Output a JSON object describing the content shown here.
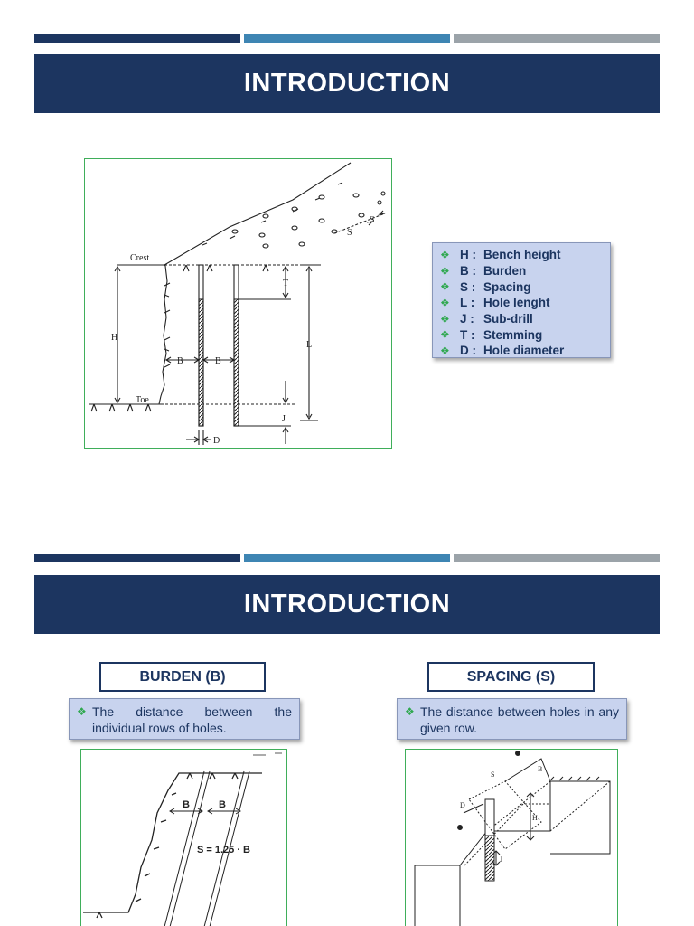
{
  "slides": [
    {
      "title": "INTRODUCTION",
      "figure_labels": {
        "crest": "Crest",
        "toe": "Toe",
        "h": "H",
        "b1": "B",
        "b2": "B",
        "l": "L",
        "t": "T",
        "j": "J",
        "d": "D",
        "s1": "S",
        "s2": "S"
      },
      "legend": [
        {
          "key": "H :",
          "label": "Bench height"
        },
        {
          "key": "B :",
          "label": "Burden"
        },
        {
          "key": "S :",
          "label": "Spacing"
        },
        {
          "key": "L :",
          "label": "Hole lenght"
        },
        {
          "key": "J :",
          "label": "Sub-drill"
        },
        {
          "key": "T :",
          "label": "Stemming"
        },
        {
          "key": "D :",
          "label": "Hole diameter"
        }
      ]
    },
    {
      "title": "INTRODUCTION",
      "burden": {
        "heading": "BURDEN (B)",
        "text": "The distance between the individual rows of holes.",
        "fig_b1": "B",
        "fig_b2": "B",
        "fig_formula": "S = 1.25 · B"
      },
      "spacing": {
        "heading": "SPACING (S)",
        "text": "The distance between holes in any given row.",
        "fig_s": "S",
        "fig_b": "B",
        "fig_d": "D",
        "fig_h": "H",
        "fig_j": "J"
      }
    }
  ],
  "bullet_glyph": "❖",
  "colors": {
    "navy": "#1c3560",
    "steel_blue": "#3e85b3",
    "gray": "#9ba3a9",
    "panel": "#c8d3ee",
    "bullet_green": "#2fa84f",
    "frame_green": "#3fae5a"
  }
}
